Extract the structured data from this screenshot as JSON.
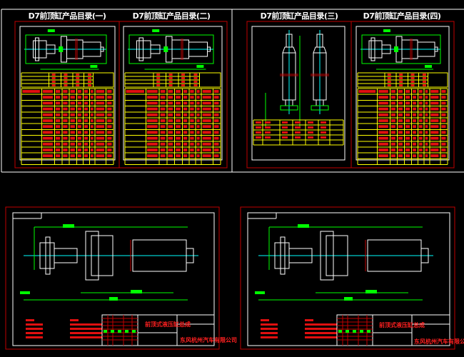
{
  "sheets_top": [
    {
      "title": "D7前顶缸产品目录(一)"
    },
    {
      "title": "D7前顶缸产品目录(二)"
    },
    {
      "title": "D7前顶缸产品目录(三)"
    },
    {
      "title": "D7前顶缸产品目录(四)"
    }
  ],
  "sheets_bottom": [
    {
      "drawing_title": "前顶式液压缸总成",
      "company": "东风杭州汽车有限公司"
    },
    {
      "drawing_title": "前顶式液压缸总成",
      "company": "东风杭州汽车有限公司"
    }
  ],
  "colors": {
    "background": "#000000",
    "frame": "#ffffff",
    "border": "#c00000",
    "dimension": "#00ff00",
    "table": "#ffff00",
    "text": "#ff2020",
    "centerline": "#00ffff"
  }
}
